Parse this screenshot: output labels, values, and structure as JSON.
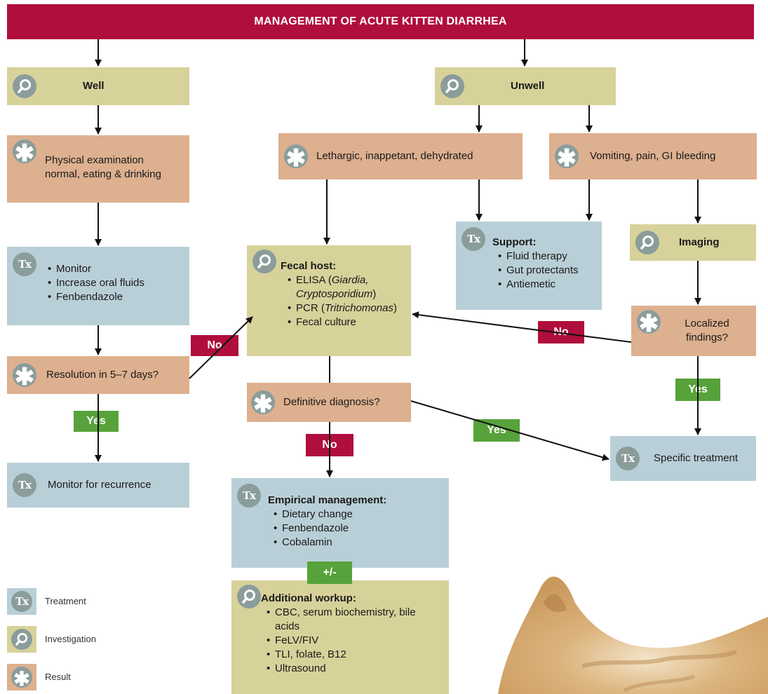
{
  "title": "MANAGEMENT OF ACUTE KITTEN DIARRHEA",
  "well": {
    "label": "Well"
  },
  "unwell": {
    "label": "Unwell"
  },
  "physical_exam": {
    "text": "Physical examination normal, eating & drinking"
  },
  "lethargic": {
    "text": "Lethargic, inappetant, dehydrated"
  },
  "vomiting": {
    "text": "Vomiting, pain, GI bleeding"
  },
  "monitor_box": {
    "items": [
      "Monitor",
      "Increase oral fluids",
      "Fenbendazole"
    ]
  },
  "fecal_host": {
    "title": "Fecal host:",
    "item1_prefix": "ELISA (",
    "item1_giardia": "Giardia,",
    "item1_crypto": "Cryptosporidium",
    "item1_suffix": ")",
    "item2_prefix": "PCR (",
    "item2_italic": "Tritrichomonas",
    "item2_suffix": ")",
    "item3": "Fecal culture"
  },
  "support": {
    "title": "Support:",
    "items": [
      "Fluid therapy",
      "Gut protectants",
      "Antiemetic"
    ]
  },
  "imaging": {
    "label": "Imaging"
  },
  "localized": {
    "text": "Localized findings?"
  },
  "resolution": {
    "text": "Resolution in 5–7 days?"
  },
  "definitive": {
    "text": "Definitive diagnosis?"
  },
  "specific_treatment": {
    "text": "Specific treatment"
  },
  "monitor_recurrence": {
    "text": "Monitor for recurrence"
  },
  "empirical": {
    "title": "Empirical management:",
    "items": [
      "Dietary change",
      "Fenbendazole",
      "Cobalamin"
    ]
  },
  "additional": {
    "title": "Additional workup:",
    "items": [
      "CBC, serum biochemistry, bile acids",
      "FeLV/FIV",
      "TLI, folate, B12",
      "Ultrasound"
    ]
  },
  "tags": {
    "no": "No",
    "yes": "Yes",
    "plus_minus": "+/-"
  },
  "icon_labels": {
    "treatment": "Tx",
    "result": "✱"
  },
  "legend": {
    "treatment": "Treatment",
    "investigation": "Investigation",
    "result": "Result"
  },
  "colors": {
    "title": "#b00e3c",
    "investigation": "#d7d19a",
    "result": "#ddb08f",
    "treatment": "#b9cfd7",
    "no": "#b00e3c",
    "yes": "#57a23a",
    "icon": "#8a9d9b"
  }
}
